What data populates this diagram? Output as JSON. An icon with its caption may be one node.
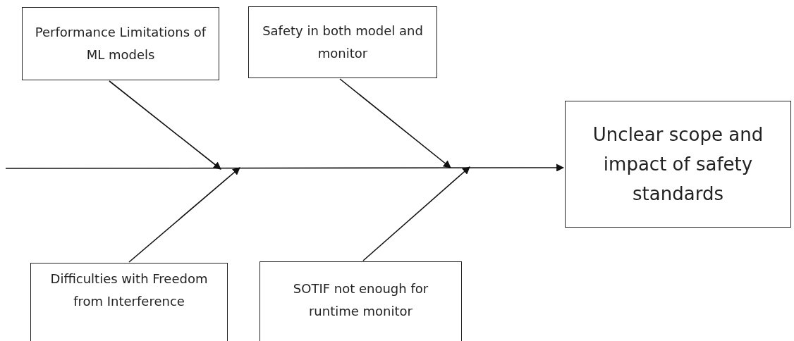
{
  "diagram": {
    "nodes": [
      {
        "text": [
          "Performance Limitations of ML models"
        ]
      },
      {
        "text": [
          "Safety in both model and monitor"
        ]
      },
      {
        "text": [
          "Unclear scope and impact of safety standards"
        ]
      },
      {
        "text": [
          "Difficulties with Freedom from Interference"
        ]
      },
      {
        "text": [
          "SOTIF not enough for runtime monitor"
        ]
      }
    ],
    "edges": [
      {
        "from": null,
        "to": 2,
        "arrow": "to"
      },
      {
        "from": 0,
        "to": null,
        "arrow": "to"
      },
      {
        "from": 1,
        "to": null,
        "arrow": "to"
      },
      {
        "from": 3,
        "to": null,
        "arrow": "to"
      },
      {
        "from": 4,
        "to": null,
        "arrow": "to"
      }
    ]
  }
}
